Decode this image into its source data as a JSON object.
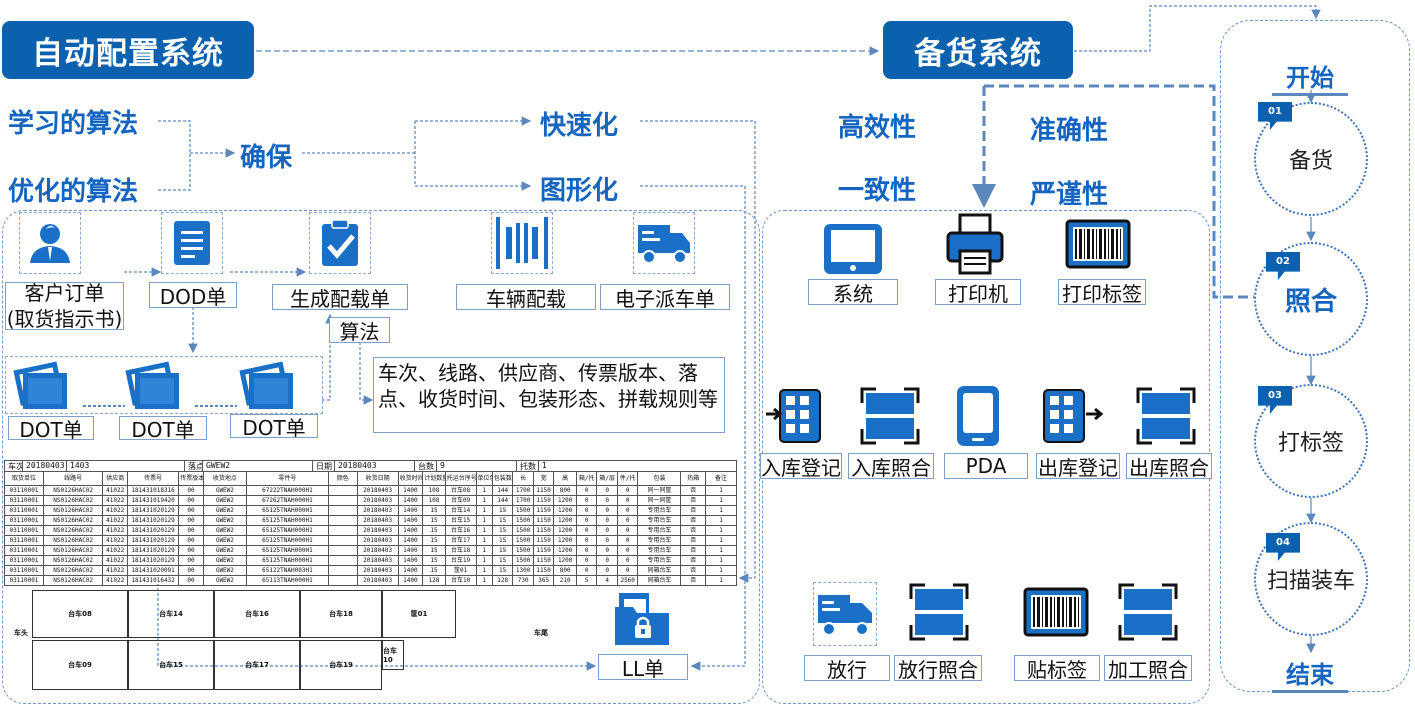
{
  "banners": {
    "auto_config": "自动配置系统",
    "stocking": "备货系统"
  },
  "algorithms": {
    "learning": "学习的算法",
    "optimization": "优化的算法",
    "ensure": "确保",
    "fast": "快速化",
    "graphical": "图形化"
  },
  "qualities": {
    "efficiency": "高效性",
    "accuracy": "准确性",
    "consistency": "一致性",
    "rigor": "严谨性"
  },
  "left_flow": {
    "customer_order_line1": "客户订单",
    "customer_order_line2": "(取货指示书)",
    "dod": "DOD单",
    "gen_load": "生成配载单",
    "vehicle_load": "车辆配载",
    "e_dispatch": "电子派车单",
    "algorithm": "算法",
    "dot": [
      "DOT单",
      "DOT单",
      "DOT单"
    ],
    "factors": "车次、线路、供应商、传票版本、落点、收货时间、包装形态、拼载规则等",
    "ll": "LL单"
  },
  "spreadsheet": {
    "header": [
      "车次",
      "20180403",
      "1403",
      "落点",
      "GWEW2",
      "日期",
      "20180403",
      "台数",
      "9",
      "托数",
      "1"
    ],
    "columns": [
      "取货单位",
      "线路号",
      "供应商",
      "传票号",
      "传票版本号",
      "收货地点",
      "零件号",
      "颜色",
      "收货日期",
      "收货时间",
      "计划数量",
      "托运台序号",
      "单位包装",
      "包装数量",
      "长",
      "宽",
      "高",
      "箱/托",
      "箱/层",
      "件/托",
      "包装",
      "热箱",
      "备注"
    ],
    "rows": [
      [
        "03110001",
        "NS0126HAC02",
        "41022",
        "181431018316",
        "00",
        "GWEW2",
        "67222TNAH000H1",
        "",
        "20180403",
        "1400",
        "108",
        "台车08",
        "1",
        "144",
        "1700",
        "1150",
        "800",
        "0",
        "0",
        "0",
        "同一同筐",
        "否",
        "1"
      ],
      [
        "03110001",
        "NS0126HAC02",
        "41022",
        "181431019420",
        "00",
        "GWEW2",
        "67262TNAH000H1",
        "",
        "20180403",
        "1400",
        "108",
        "台车09",
        "1",
        "144",
        "1700",
        "1150",
        "1200",
        "0",
        "0",
        "0",
        "同一同筐",
        "否",
        "1"
      ],
      [
        "03110001",
        "NS0126HAC02",
        "41022",
        "181431020129",
        "00",
        "GWEW2",
        "65125TNAH000H1",
        "",
        "20180403",
        "1400",
        "15",
        "台车14",
        "1",
        "15",
        "1500",
        "1150",
        "1200",
        "0",
        "0",
        "0",
        "专用台车",
        "否",
        "1"
      ],
      [
        "03110001",
        "NS0126HAC02",
        "41022",
        "181431020129",
        "00",
        "GWEW2",
        "65125TNAH000H1",
        "",
        "20180403",
        "1400",
        "15",
        "台车15",
        "1",
        "15",
        "1500",
        "1150",
        "1200",
        "0",
        "0",
        "0",
        "专用台车",
        "否",
        "1"
      ],
      [
        "03110001",
        "NS0126HAC02",
        "41022",
        "181431020129",
        "00",
        "GWEW2",
        "65125TNAH000H1",
        "",
        "20180403",
        "1400",
        "15",
        "台车16",
        "1",
        "15",
        "1500",
        "1150",
        "1200",
        "0",
        "0",
        "0",
        "专用台车",
        "否",
        "1"
      ],
      [
        "03110001",
        "NS0126HAC02",
        "41022",
        "181431020129",
        "00",
        "GWEW2",
        "65125TNAH000H1",
        "",
        "20180403",
        "1400",
        "15",
        "台车17",
        "1",
        "15",
        "1500",
        "1150",
        "1200",
        "0",
        "0",
        "0",
        "专用台车",
        "否",
        "1"
      ],
      [
        "03110001",
        "NS0126HAC02",
        "41022",
        "181431020129",
        "00",
        "GWEW2",
        "65125TNAH000H1",
        "",
        "20180403",
        "1400",
        "15",
        "台车18",
        "1",
        "15",
        "1500",
        "1150",
        "1200",
        "0",
        "0",
        "0",
        "专用台车",
        "否",
        "1"
      ],
      [
        "03110001",
        "NS0126HAC02",
        "41022",
        "181431020129",
        "00",
        "GWEW2",
        "65125TNAH000H1",
        "",
        "20180403",
        "1400",
        "15",
        "台车19",
        "1",
        "15",
        "1500",
        "1150",
        "1200",
        "0",
        "0",
        "0",
        "专用台车",
        "否",
        "1"
      ],
      [
        "03110001",
        "NS0126HAC02",
        "41022",
        "181431020091",
        "00",
        "GWEW2",
        "65122TNAH003H1",
        "",
        "20180403",
        "1400",
        "15",
        "筐01",
        "1",
        "15",
        "1300",
        "1150",
        "800",
        "0",
        "0",
        "0",
        "同箱台车",
        "否",
        "1"
      ],
      [
        "03110001",
        "NS0126HAC02",
        "41022",
        "181431016432",
        "00",
        "GWEW2",
        "65113TNAH000H1",
        "",
        "20180403",
        "1400",
        "128",
        "台车10",
        "1",
        "128",
        "730",
        "365",
        "210",
        "5",
        "4",
        "2560",
        "同箱台车",
        "否",
        "1"
      ]
    ],
    "bays_top": [
      "台车08",
      "台车14",
      "台车16",
      "台车18",
      "筐01"
    ],
    "bays_bottom": [
      "台车09",
      "台车15",
      "台车17",
      "台车19",
      "台车10"
    ],
    "truck_head": "车头",
    "truck_tail": "车尾"
  },
  "stocking_panel": {
    "system": "系统",
    "printer": "打印机",
    "print_label": "打印标签",
    "inbound_register": "入库登记",
    "inbound_check": "入库照合",
    "pda": "PDA",
    "outbound_register": "出库登记",
    "outbound_check": "出库照合",
    "release": "放行",
    "release_check": "放行照合",
    "attach_label": "贴标签",
    "process_check": "加工照合"
  },
  "steps": {
    "start": "开始",
    "end": "结束",
    "items": [
      {
        "num": "01",
        "label": "备货"
      },
      {
        "num": "02",
        "label": "照合"
      },
      {
        "num": "03",
        "label": "打标签"
      },
      {
        "num": "04",
        "label": "扫描装车"
      }
    ]
  },
  "colors": {
    "brand_blue": "#0b61ad",
    "heading_blue": "#1565c0",
    "icon_blue": "#1a6fc7",
    "dashed_line": "#5b87bd"
  }
}
